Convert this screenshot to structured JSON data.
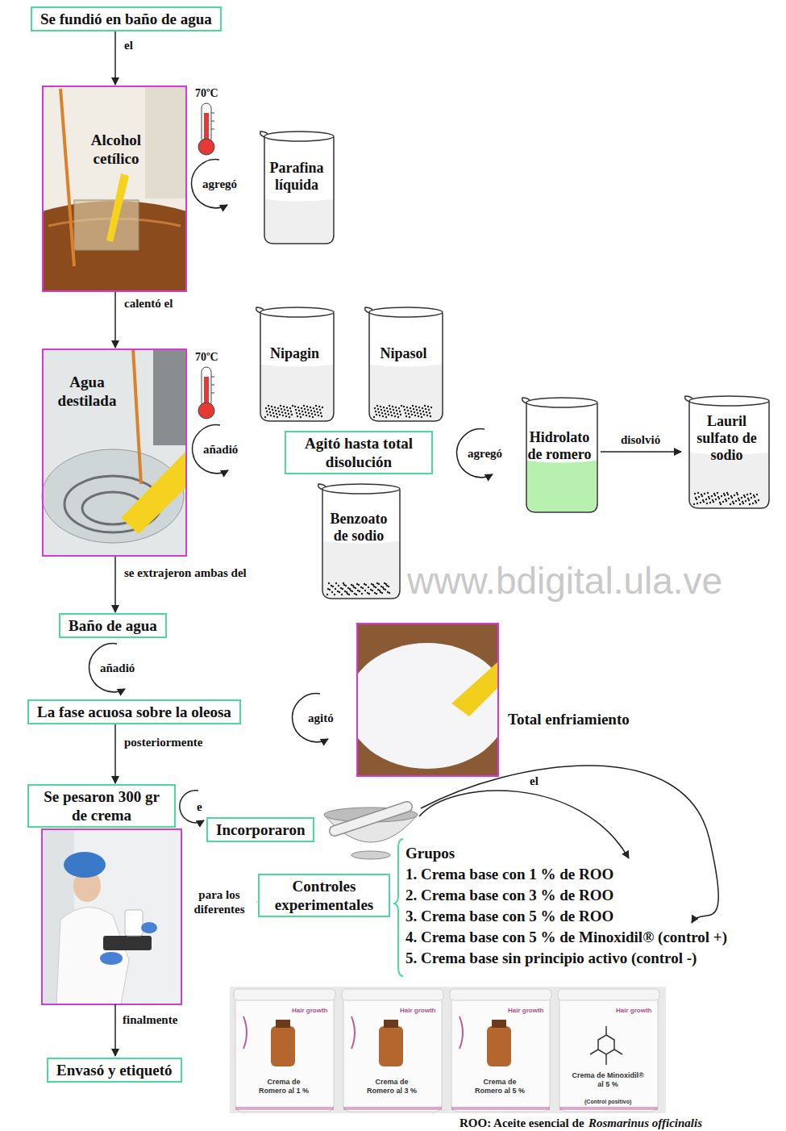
{
  "diagram": {
    "nodes": [
      {
        "text": [
          "Se fundió en baño de agua"
        ]
      },
      {
        "text": [
          "Alcohol cetílico"
        ]
      },
      {
        "text": [
          "Parafina líquida"
        ]
      },
      {
        "text": [
          "Agua destilada"
        ]
      },
      {
        "text": [
          "Nipagin"
        ]
      },
      {
        "text": [
          "Nipasol"
        ]
      },
      {
        "text": [
          "Agitó hasta total disolución"
        ]
      },
      {
        "text": [
          "Benzoato de sodio"
        ]
      },
      {
        "text": [
          "Hidrolato de romero"
        ]
      },
      {
        "text": [
          "Lauril sulfato de sodio"
        ]
      },
      {
        "text": [
          "Baño de agua"
        ]
      },
      {
        "text": [
          "La fase acuosa sobre la oleosa"
        ]
      },
      {
        "text": [
          "Se pesaron 300 gr de crema"
        ]
      },
      {
        "text": [
          "Incorporaron"
        ]
      },
      {
        "text": [
          "Controles experimentales"
        ]
      },
      {
        "text": [
          "Envasó y etiquetó"
        ]
      }
    ],
    "edges": [
      {
        "from": 0,
        "to": 1,
        "label": "el",
        "arrow": "to"
      },
      {
        "from": 1,
        "to": 3,
        "label": "calentó el",
        "arrow": "to"
      },
      {
        "from": 3,
        "to": 10,
        "label": "se extrajeron ambas del",
        "arrow": "to"
      },
      {
        "from": 11,
        "to": 12,
        "label": "posteriormente",
        "arrow": "to"
      },
      {
        "from": 8,
        "to": 9,
        "label": "disolvió",
        "arrow": "to"
      }
    ],
    "labels": [
      "70ºC",
      "agregó",
      "70ºC",
      "añadió",
      "agregó",
      "www.bdigital.ula.ve",
      "añadió",
      "agitó",
      "Total enfriamiento",
      "e",
      "el",
      "Grupos",
      "1. Crema base con 1 % de ROO",
      "2. Crema base con 3 % de ROO",
      "3. Crema base con 5 % de ROO",
      "4. Crema base con 5 % de Minoxidil® (control +)",
      "5. Crema base sin principio activo (control -)",
      "para los diferentes",
      "finalmente",
      "Hair growth",
      "Hair growth",
      "Hair growth",
      "Hair growth",
      "Crema de Romero al 1 %",
      "Crema de Romero al 3 %",
      "Crema de Romero al 5 %",
      "Crema de Minoxidil® al 5 %",
      "(Control positivo)",
      "ROO: Aceite esencial de",
      "Rosmarinus officinalis"
    ]
  }
}
